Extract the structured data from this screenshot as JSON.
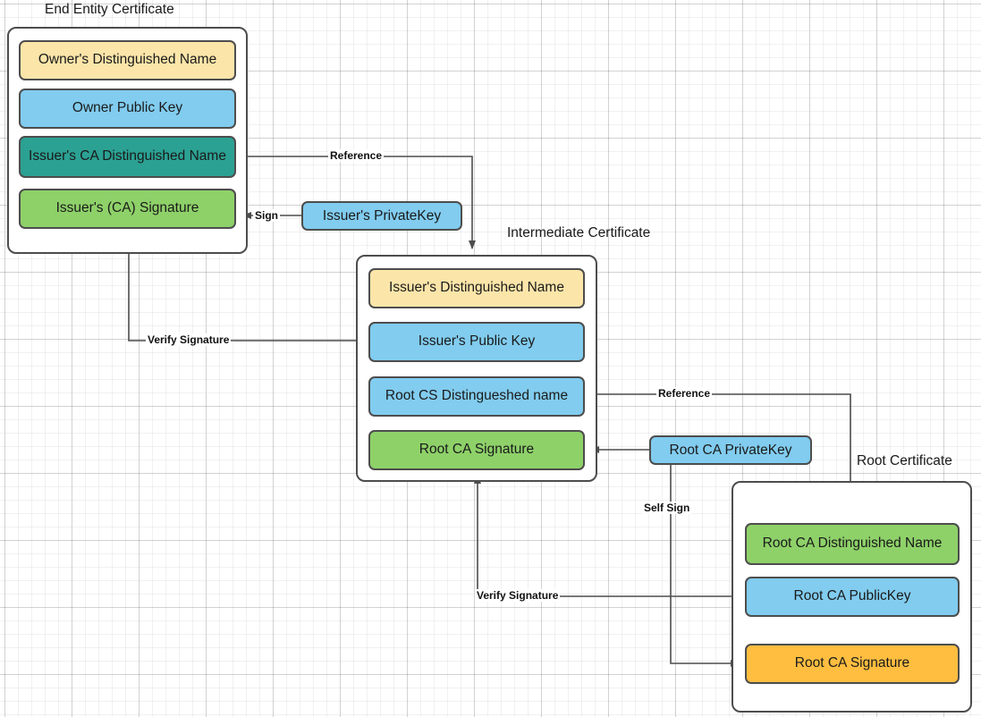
{
  "diagram": {
    "title_captions": [
      {
        "id": "end-entity",
        "text": "End Entity Certificate"
      },
      {
        "id": "intermediate",
        "text": "Intermediate Certificate"
      },
      {
        "id": "root",
        "text": "Root Certificate"
      }
    ],
    "colors": {
      "yellow": "#fbe5a9",
      "blue": "#81ccef",
      "teal": "#2ba193",
      "green": "#8ed169",
      "orange": "#ffbe40",
      "border": "#4d4d4d",
      "text": "#1a1a1a",
      "canvas": "#ffffff"
    }
  },
  "end_entity_certificate": {
    "caption": "End Entity Certificate",
    "rows": [
      {
        "label": "Owner's Distinguished Name",
        "color": "yellow"
      },
      {
        "label": "Owner Public  Key",
        "color": "blue"
      },
      {
        "label": "Issuer's CA Distinguished Name",
        "color": "teal"
      },
      {
        "label": "Issuer's (CA) Signature",
        "color": "green"
      }
    ]
  },
  "intermediate_certificate": {
    "caption": "Intermediate Certificate",
    "rows": [
      {
        "label": "Issuer's Distinguished Name",
        "color": "yellow"
      },
      {
        "label": "Issuer's Public  Key",
        "color": "blue"
      },
      {
        "label": "Root CS Distingueshed name",
        "color": "blue"
      },
      {
        "label": "Root CA Signature",
        "color": "green"
      }
    ]
  },
  "root_certificate": {
    "caption": "Root Certificate",
    "rows": [
      {
        "label": "Root CA Distinguished Name",
        "color": "green"
      },
      {
        "label": "Root CA PublicKey",
        "color": "blue"
      },
      {
        "label": "Root CA Signature",
        "color": "orange"
      }
    ]
  },
  "keys": [
    {
      "id": "issuer-private-key",
      "label": "Issuer's PrivateKey",
      "color": "blue"
    },
    {
      "id": "root-ca-private-key",
      "label": "Root CA PrivateKey",
      "color": "blue"
    }
  ],
  "edge_labels": [
    {
      "id": "reference-1",
      "text": "Reference"
    },
    {
      "id": "sign-1",
      "text": "Sign"
    },
    {
      "id": "verify-signature-1",
      "text": "Verify Signature"
    },
    {
      "id": "reference-2",
      "text": "Reference"
    },
    {
      "id": "self-sign",
      "text": "Self Sign"
    },
    {
      "id": "verify-signature-2",
      "text": "Verify Signature"
    }
  ]
}
